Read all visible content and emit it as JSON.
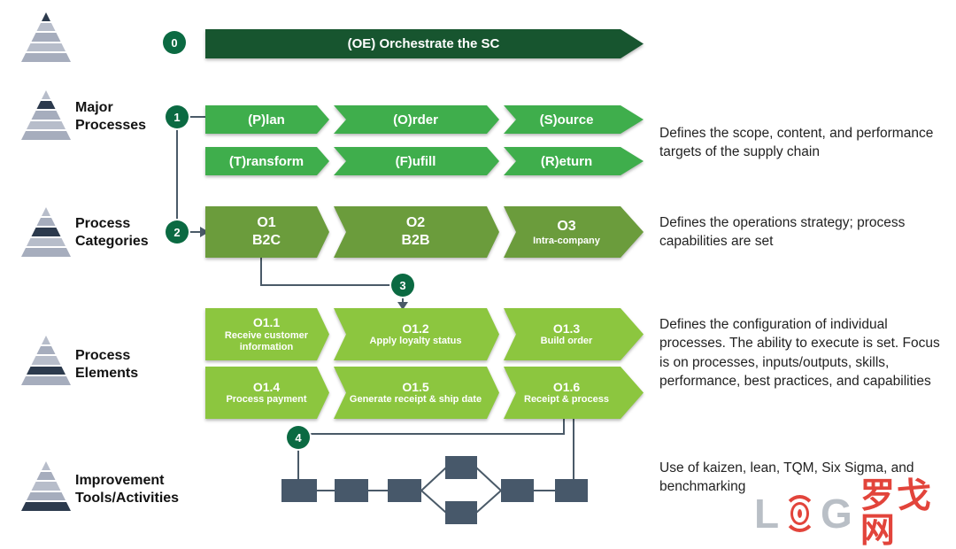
{
  "palette": {
    "dark_green": "#17552f",
    "medium_green": "#3fae4c",
    "olive_green": "#6b9c3c",
    "light_green": "#8cc63f",
    "circle_green": "#0b6a42",
    "connector_slate": "#4a5a68",
    "flowbox_slate": "#47586a",
    "pyramid_gray": "#a6adbd",
    "pyramid_dark": "#2c3a4d",
    "logo_red": "#e0352b",
    "logo_gray": "#b4bac2"
  },
  "levels": [
    {
      "number": "0",
      "label": "",
      "description": ""
    },
    {
      "number": "1",
      "label": "Major Processes",
      "description": "Defines the scope, content, and performance targets of the supply chain"
    },
    {
      "number": "2",
      "label": "Process Categories",
      "description": "Defines the operations strategy; process capabilities are set"
    },
    {
      "number": "3",
      "label": "Process Elements",
      "description": "Defines the configuration of individual processes. The ability to execute is set. Focus is on processes, inputs/outputs, skills, performance, best practices, and capabilities"
    },
    {
      "number": "4",
      "label": "Improvement Tools/Activities",
      "description": "Use of kaizen, lean, TQM, Six Sigma, and benchmarking"
    }
  ],
  "banners": {
    "oe": {
      "title": "(OE) Orchestrate the SC"
    },
    "major_row1": [
      {
        "t": "(P)lan"
      },
      {
        "t": "(O)rder"
      },
      {
        "t": "(S)ource"
      }
    ],
    "major_row2": [
      {
        "t": "(T)ransform"
      },
      {
        "t": "(F)ufill"
      },
      {
        "t": "(R)eturn"
      }
    ],
    "categories": [
      {
        "t1": "O1",
        "t2": "B2C"
      },
      {
        "t1": "O2",
        "t2": "B2B"
      },
      {
        "t1": "O3",
        "t2": "Intra-company"
      }
    ],
    "elements_row1": [
      {
        "t1": "O1.1",
        "t2": "Receive customer information"
      },
      {
        "t1": "O1.2",
        "t2": "Apply loyalty status"
      },
      {
        "t1": "O1.3",
        "t2": "Build order"
      }
    ],
    "elements_row2": [
      {
        "t1": "O1.4",
        "t2": "Process payment"
      },
      {
        "t1": "O1.5",
        "t2": "Generate receipt & ship date"
      },
      {
        "t1": "O1.6",
        "t2": "Receipt & process"
      }
    ]
  },
  "watermark": {
    "l": "L",
    "g": "G",
    "cjk": "罗戈网"
  }
}
